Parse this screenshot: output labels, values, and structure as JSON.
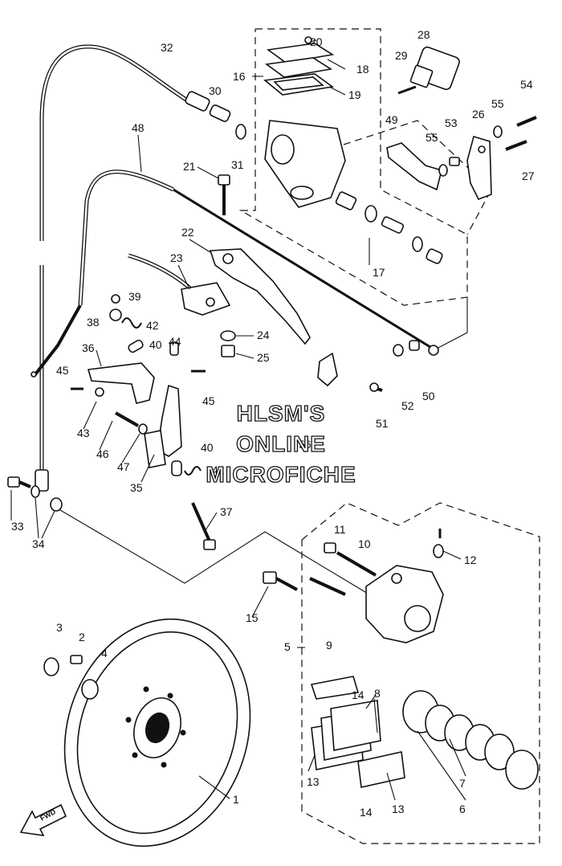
{
  "watermark": {
    "line1": "HLSM'S",
    "line2": "ONLINE",
    "line3": "MICROFICHE"
  },
  "direction_marker": "FWD",
  "callouts": [
    "1",
    "2",
    "3",
    "4",
    "5",
    "6",
    "7",
    "8",
    "9",
    "10",
    "11",
    "12",
    "13",
    "13",
    "14",
    "14",
    "15",
    "16",
    "17",
    "18",
    "19",
    "20",
    "21",
    "22",
    "23",
    "24",
    "25",
    "26",
    "27",
    "28",
    "29",
    "30",
    "31",
    "32",
    "33",
    "34",
    "35",
    "36",
    "37",
    "38",
    "39",
    "40",
    "40",
    "41",
    "42",
    "43",
    "44",
    "45",
    "45",
    "46",
    "47",
    "48",
    "49",
    "50",
    "51",
    "52",
    "53",
    "54",
    "55",
    "55",
    "56"
  ]
}
